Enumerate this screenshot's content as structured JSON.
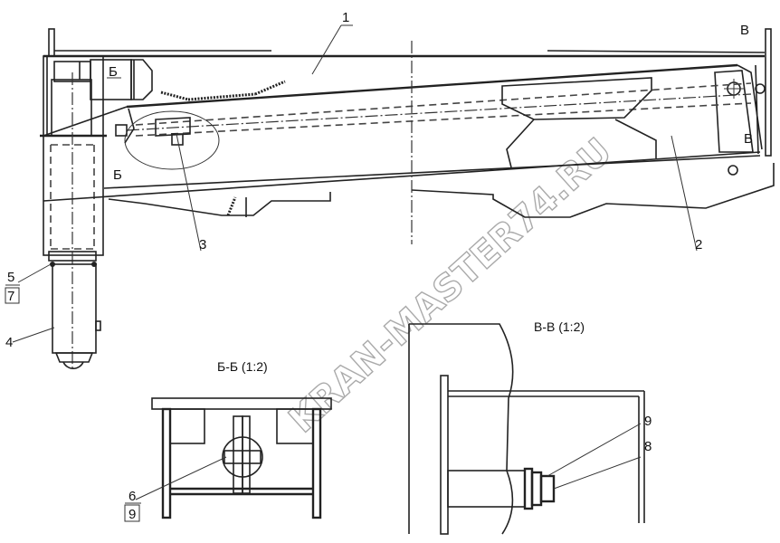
{
  "callouts": {
    "c1": "1",
    "c2": "2",
    "c3": "3",
    "c4": "4",
    "c5": "5",
    "c7": "7",
    "c6": "6",
    "c9a": "9",
    "c9b": "9",
    "c8": "8"
  },
  "section_marks": {
    "b_top": "Б",
    "b_bottom": "Б",
    "v_top": "В",
    "v_side": "В"
  },
  "section_titles": {
    "bb": "Б-Б (1:2)",
    "vv": "В-В (1:2)"
  },
  "watermark": "KRAN-MASTER74.RU"
}
